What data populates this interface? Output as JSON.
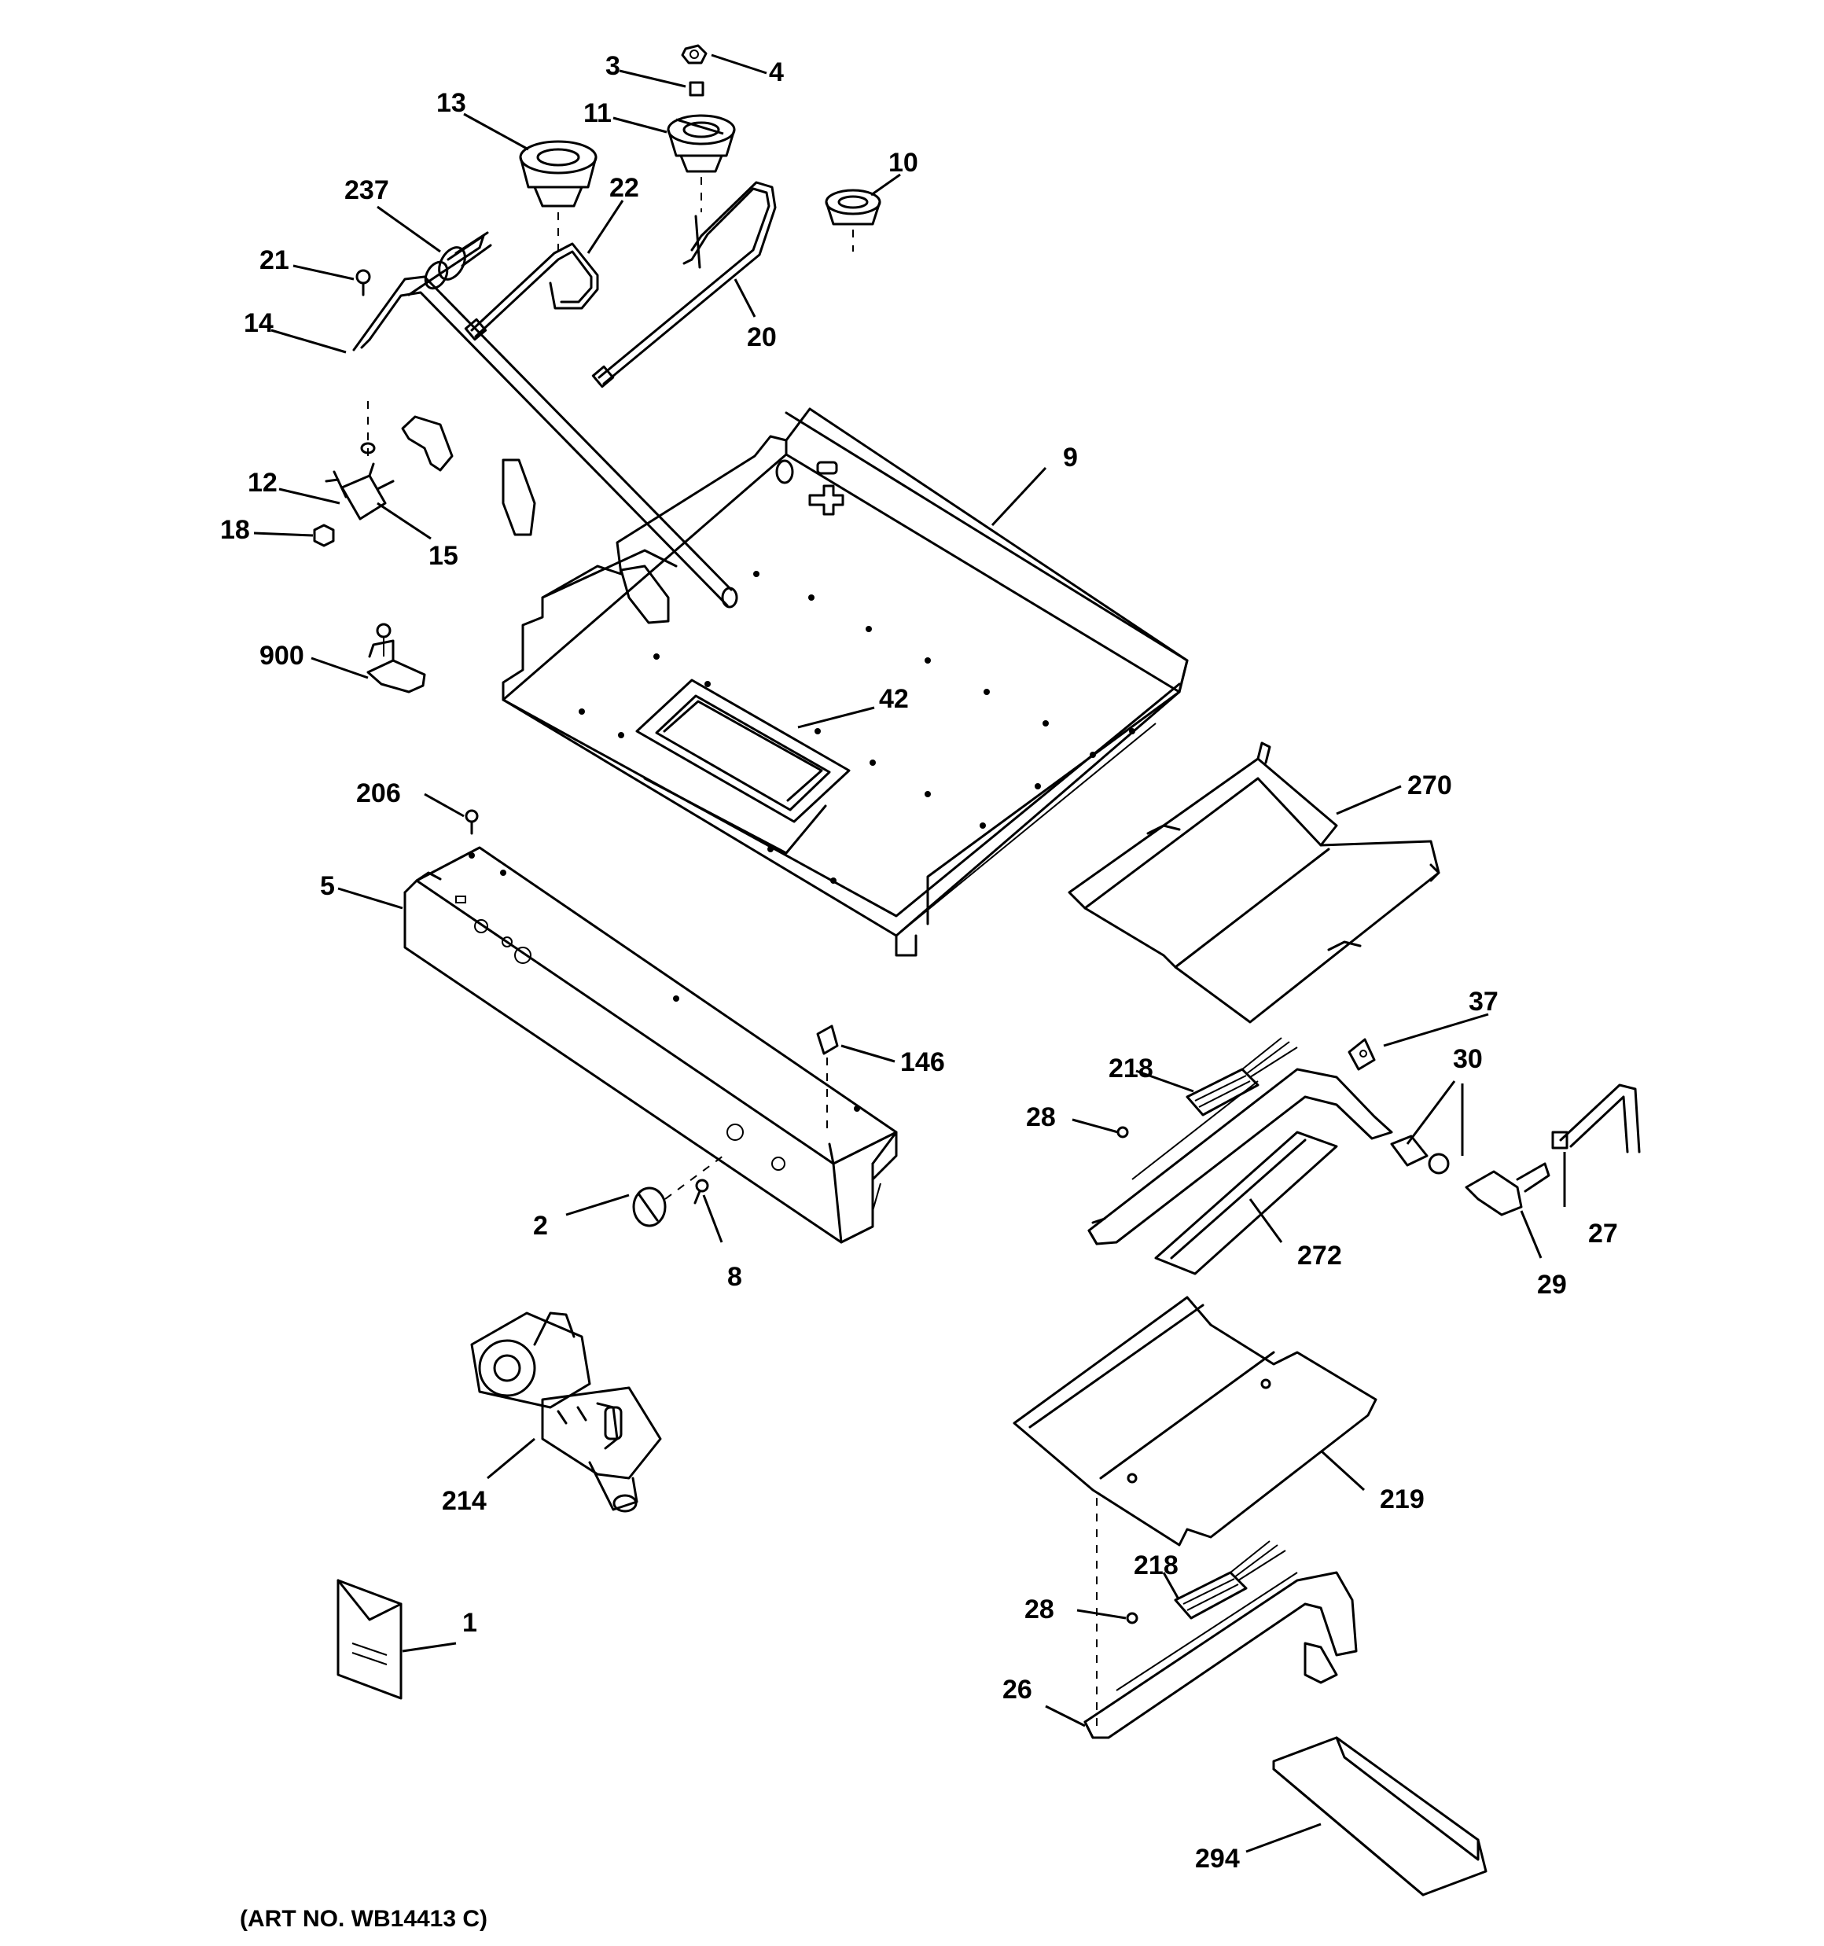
{
  "labels": {
    "p1": "1",
    "p2": "2",
    "p3": "3",
    "p4": "4",
    "p5": "5",
    "p8": "8",
    "p9": "9",
    "p10": "10",
    "p11": "11",
    "p12": "12",
    "p13": "13",
    "p14": "14",
    "p15": "15",
    "p18": "18",
    "p20": "20",
    "p21": "21",
    "p22": "22",
    "p26": "26",
    "p27": "27",
    "p28a": "28",
    "p28b": "28",
    "p29": "29",
    "p30": "30",
    "p37": "37",
    "p42": "42",
    "p146": "146",
    "p206": "206",
    "p214": "214",
    "p218a": "218",
    "p218b": "218",
    "p219": "219",
    "p237": "237",
    "p270": "270",
    "p272": "272",
    "p294": "294",
    "p900": "900"
  },
  "art_number": "(ART NO. WB14413 C)"
}
